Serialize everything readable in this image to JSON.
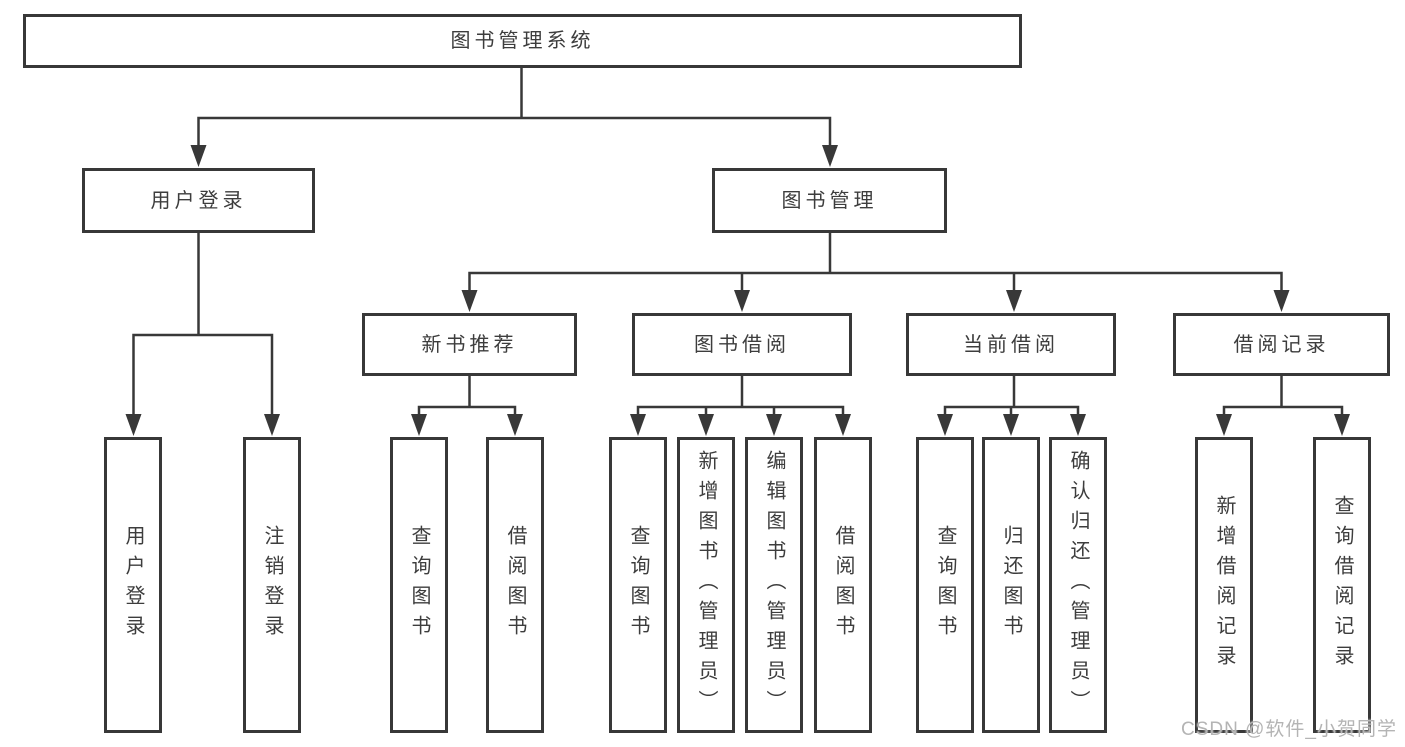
{
  "nodes": {
    "root": {
      "label": "图书管理系统"
    },
    "user_login": {
      "label": "用户登录"
    },
    "book_management": {
      "label": "图书管理"
    },
    "new_book_recommend": {
      "label": "新书推荐"
    },
    "book_borrowing": {
      "label": "图书借阅"
    },
    "current_borrowing": {
      "label": "当前借阅"
    },
    "borrowing_records": {
      "label": "借阅记录"
    },
    "leaf_user_login": {
      "label": "用户登录"
    },
    "leaf_logout": {
      "label": "注销登录"
    },
    "leaf_nbr_query_books": {
      "label": "查询图书"
    },
    "leaf_nbr_borrow_books": {
      "label": "借阅图书"
    },
    "leaf_bb_query_books": {
      "label": "查询图书"
    },
    "leaf_bb_add_books": {
      "label": "新增图书（管理员）"
    },
    "leaf_bb_edit_books": {
      "label": "编辑图书（管理员）"
    },
    "leaf_bb_borrow_books": {
      "label": "借阅图书"
    },
    "leaf_cb_query_books": {
      "label": "查询图书"
    },
    "leaf_cb_return_books": {
      "label": "归还图书"
    },
    "leaf_cb_confirm_return": {
      "label": "确认归还（管理员）"
    },
    "leaf_br_add_record": {
      "label": "新增借阅记录"
    },
    "leaf_br_query_record": {
      "label": "查询借阅记录"
    }
  },
  "watermark": {
    "text": "CSDN @软件_小贺同学"
  },
  "colors": {
    "line": "#383838",
    "text": "#3d3d3d",
    "watermark_text": "#b4b4b4",
    "background": "#ffffff"
  }
}
